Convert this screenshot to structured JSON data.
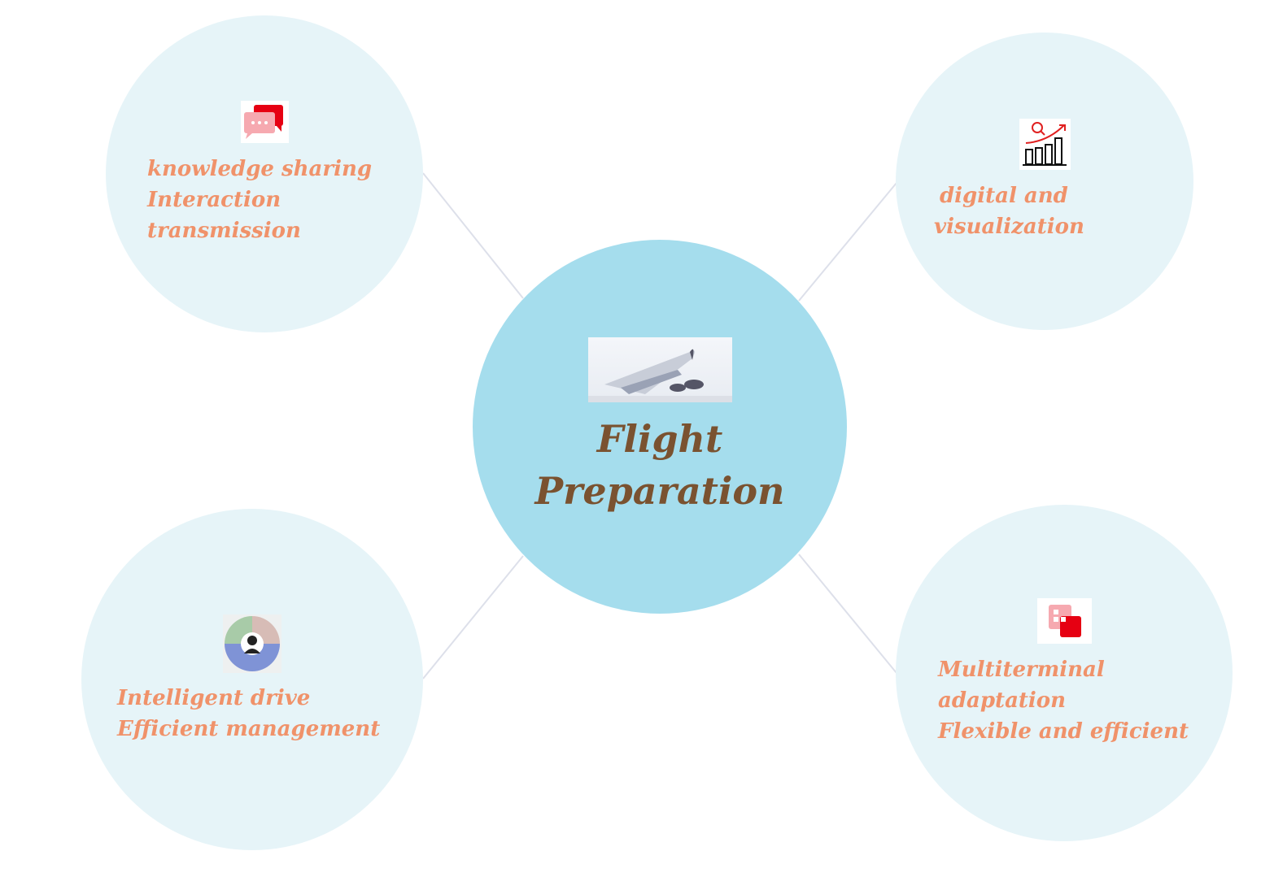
{
  "center": {
    "title_line1": "Flight",
    "title_line2": "Preparation",
    "image": "airplane-takeoff-photo"
  },
  "nodes": [
    {
      "icon": "chat-bubbles-icon",
      "lines": [
        "knowledge sharing",
        "Interaction",
        "transmission"
      ]
    },
    {
      "icon": "chart-growth-icon",
      "lines": [
        "digital and",
        "visualization"
      ]
    },
    {
      "icon": "pie-wheel-icon",
      "lines": [
        "Intelligent drive",
        "Efficient management"
      ]
    },
    {
      "icon": "multi-device-icon",
      "lines": [
        "Multiterminal",
        "adaptation",
        "Flexible and efficient"
      ]
    }
  ],
  "colors": {
    "center": "#a5dded",
    "node": "#e6f4f8",
    "text": "#f0926a",
    "title": "#7a5230",
    "accent": "#e60012"
  }
}
